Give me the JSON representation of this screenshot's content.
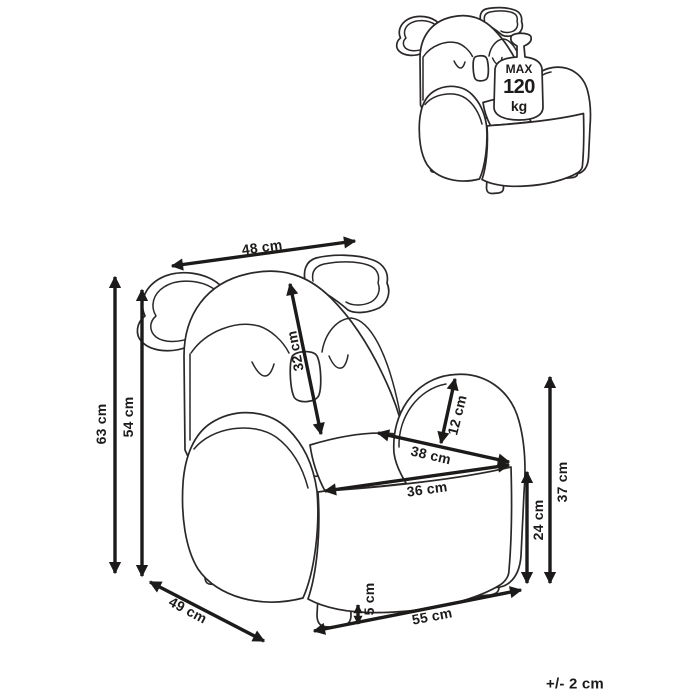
{
  "diagram": {
    "background": "#ffffff",
    "line_color": "#2b2827",
    "arrow_color": "#1d1b1a",
    "text_color": "#1d1b1a",
    "tolerance_note": "+/- 2 cm",
    "weight_limit": {
      "prefix": "MAX",
      "value": "120",
      "unit": "kg"
    },
    "dimensions": {
      "top_width": "48 cm",
      "backrest_diagonal": "32 cm",
      "total_height": "63 cm",
      "backrest_height": "54 cm",
      "armrest_thickness": "12 cm",
      "seat_depth": "38 cm",
      "seat_width": "36 cm",
      "armrest_floor_height": "37 cm",
      "seat_floor_height": "24 cm",
      "leg_height": "5 cm",
      "base_width": "55 cm",
      "base_depth": "49 cm"
    }
  }
}
